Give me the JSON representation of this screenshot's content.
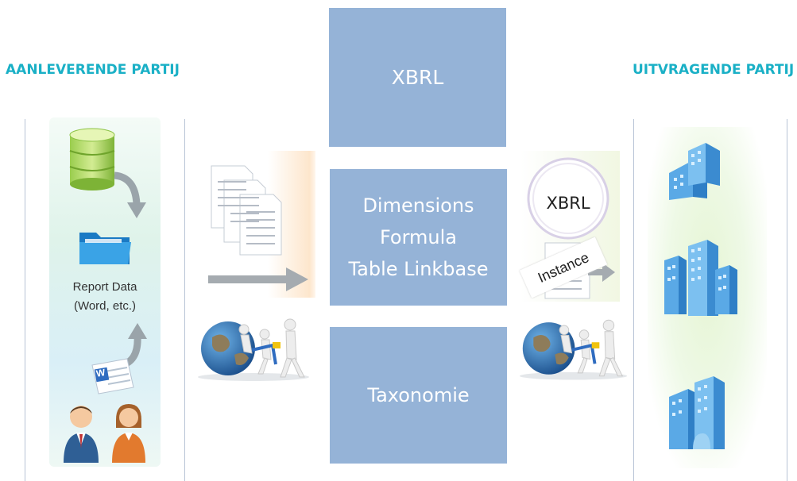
{
  "labels": {
    "left_party": "AANLEVERENDE PARTIJ",
    "right_party": "UITVRAGENDE PARTIJ"
  },
  "center": {
    "top": "XBRL",
    "middle_lines": [
      "Dimensions",
      "Formula",
      "Table Linkbase"
    ],
    "bottom": "Taxonomie"
  },
  "left_panel": {
    "report_line1": "Report Data",
    "report_line2": "(Word, etc.)",
    "word_letter": "W"
  },
  "instance": {
    "circle_label": "XBRL",
    "tag_label": "Instance"
  },
  "colors": {
    "party_label": "#1ab0c6",
    "box_fill": "#95b3d7",
    "box_text": "#ffffff"
  }
}
